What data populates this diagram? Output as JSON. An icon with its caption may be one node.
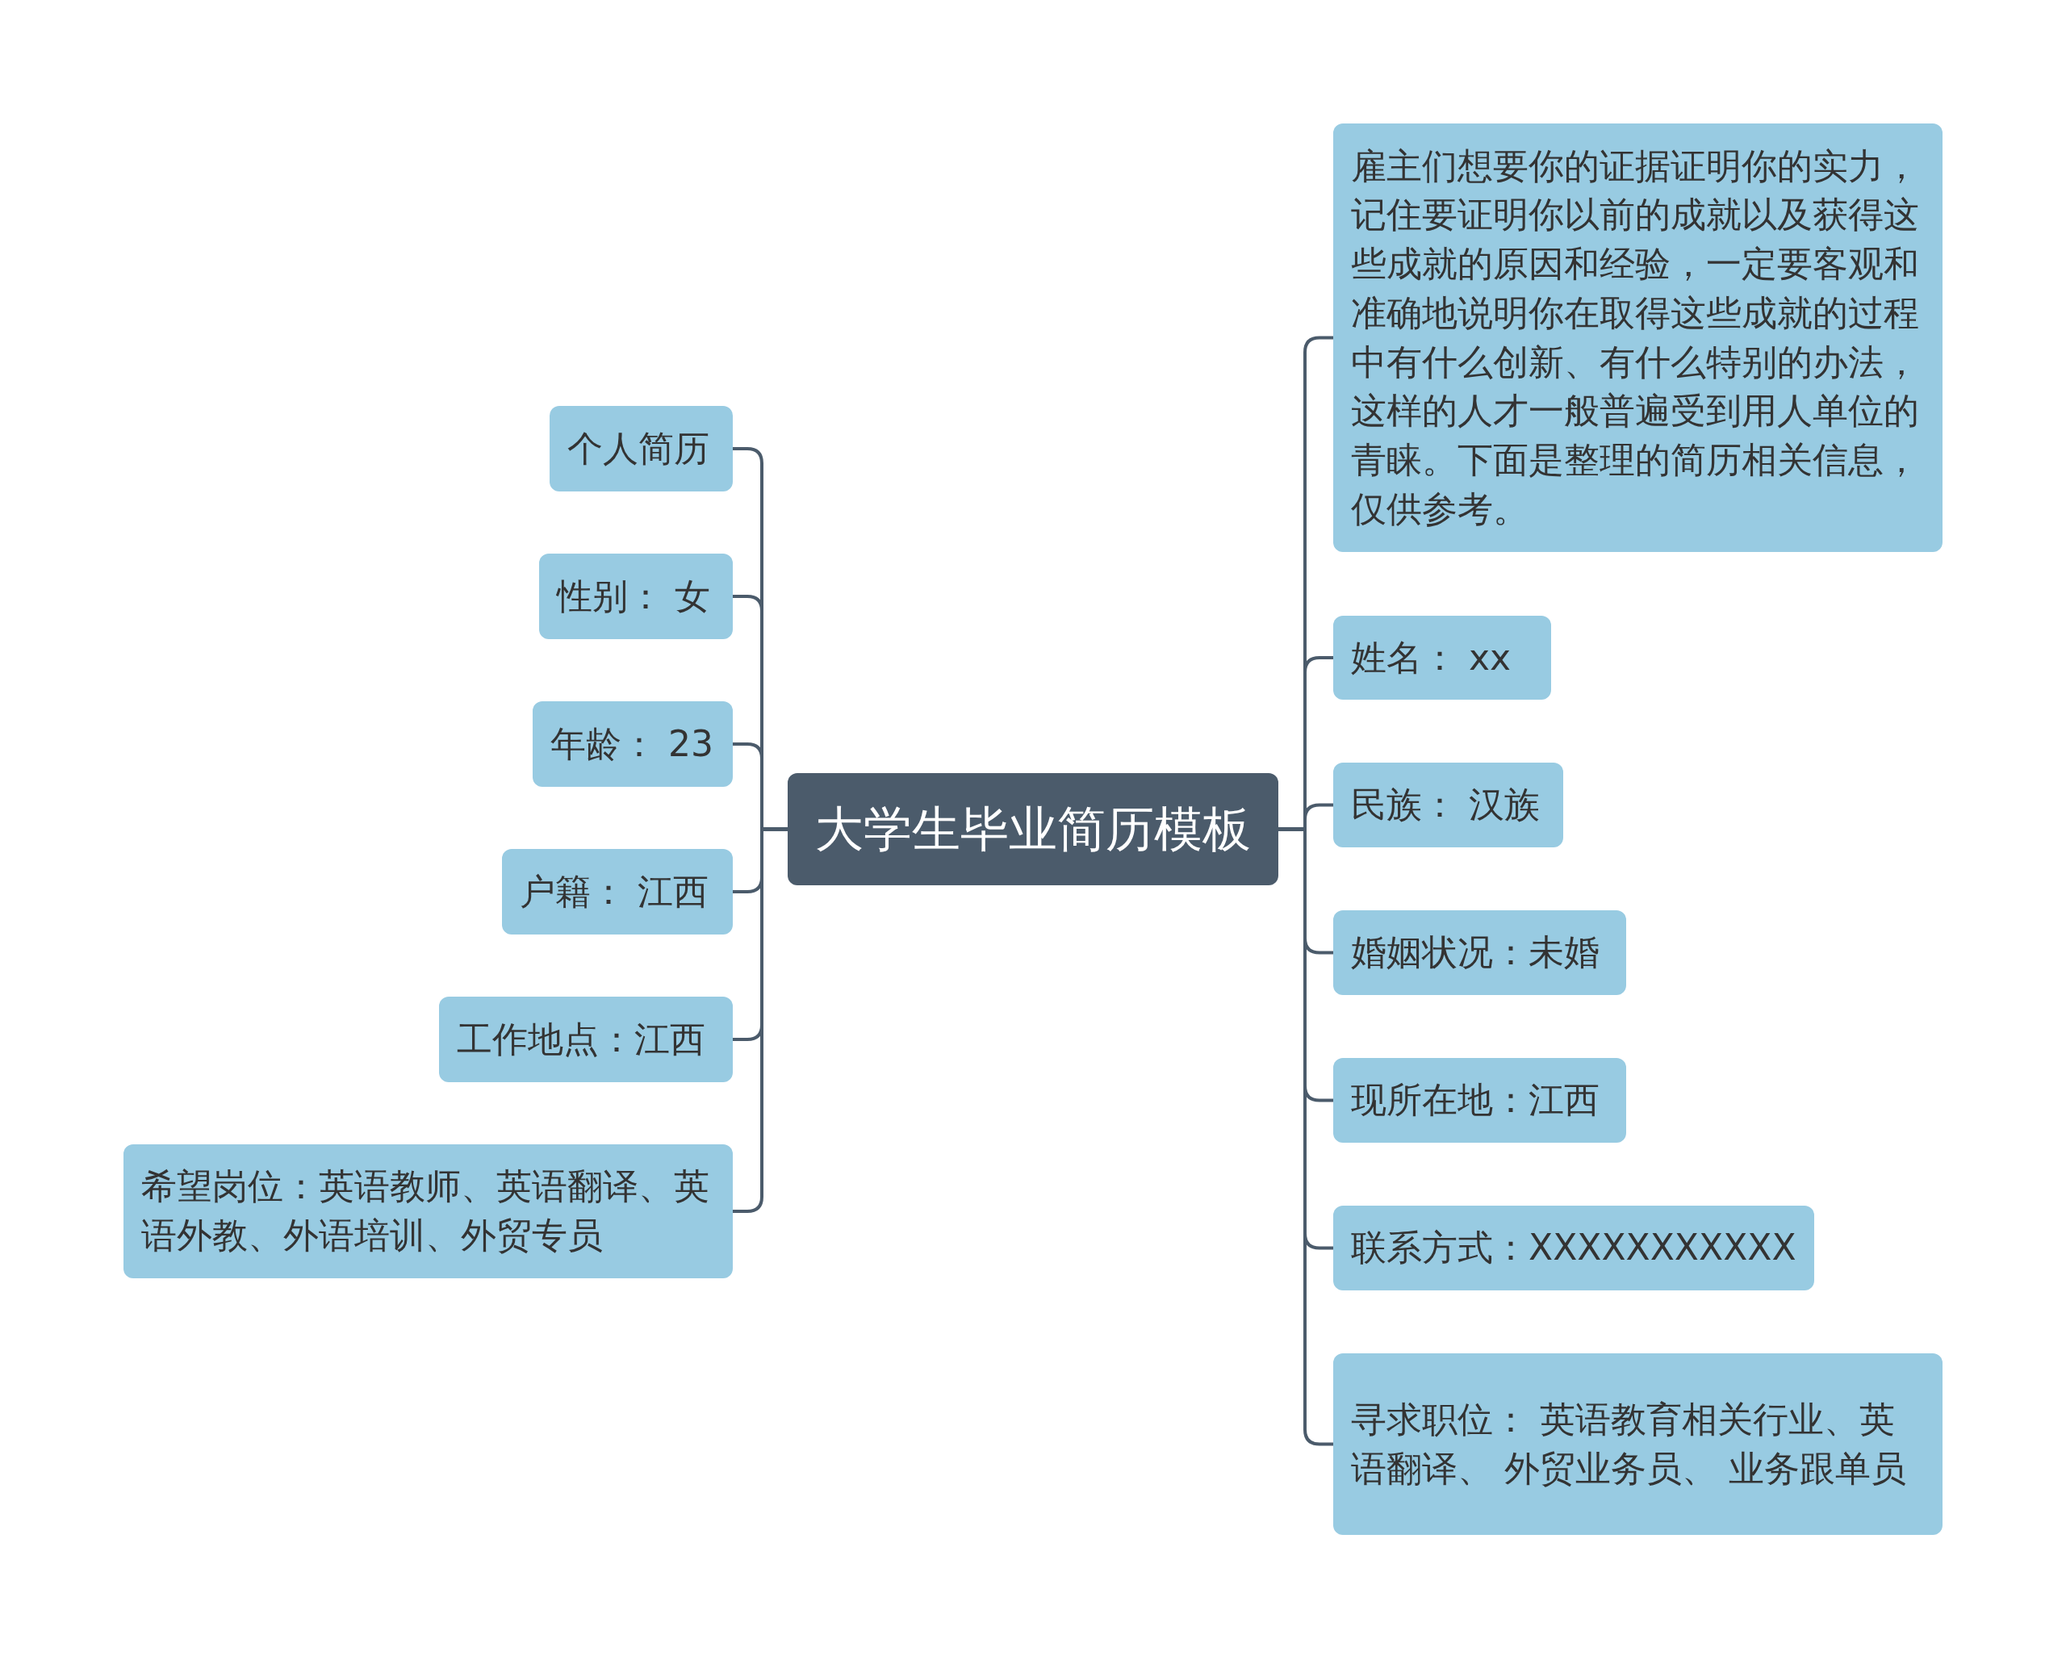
{
  "diagram": {
    "nodes": [
      {
        "text": [
          "大学生毕业简历模板"
        ]
      },
      {
        "text": [
          "个人简历"
        ]
      },
      {
        "text": [
          "性别： 女"
        ]
      },
      {
        "text": [
          "年龄： 23"
        ]
      },
      {
        "text": [
          "户籍： 江西"
        ]
      },
      {
        "text": [
          "工作地点：江西"
        ]
      },
      {
        "text": [
          "希望岗位：英语教师、英语翻译、英语外教、外语培训、外贸专员"
        ]
      },
      {
        "text": [
          "雇主们想要你的证据证明你的实力，记住要证明你以前的成就以及获得这些成就的原因和经验，一定要客观和准确地说明你在取得这些成就的过程中有什么创新、有什么特别的办法，这样的人才一般普遍受到用人单位的青睐。下面是整理的简历相关信息，仅供参考。"
        ]
      },
      {
        "text": [
          "姓名： xx"
        ]
      },
      {
        "text": [
          "民族： 汉族"
        ]
      },
      {
        "text": [
          "婚姻状况：未婚"
        ]
      },
      {
        "text": [
          "现所在地：江西"
        ]
      },
      {
        "text": [
          "联系方式：XXXXXXXXXXX"
        ]
      },
      {
        "text": [
          "寻求职位： 英语教育相关行业、英语翻译、 外贸业务员、 业务跟单员"
        ]
      }
    ],
    "edges": [
      {
        "from": 0,
        "to": 1,
        "arrow": "none"
      },
      {
        "from": 0,
        "to": 2,
        "arrow": "none"
      },
      {
        "from": 0,
        "to": 3,
        "arrow": "none"
      },
      {
        "from": 0,
        "to": 4,
        "arrow": "none"
      },
      {
        "from": 0,
        "to": 5,
        "arrow": "none"
      },
      {
        "from": 0,
        "to": 6,
        "arrow": "none"
      },
      {
        "from": 0,
        "to": 7,
        "arrow": "none"
      },
      {
        "from": 0,
        "to": 8,
        "arrow": "none"
      },
      {
        "from": 0,
        "to": 9,
        "arrow": "none"
      },
      {
        "from": 0,
        "to": 10,
        "arrow": "none"
      },
      {
        "from": 0,
        "to": 11,
        "arrow": "none"
      },
      {
        "from": 0,
        "to": 12,
        "arrow": "none"
      },
      {
        "from": 0,
        "to": 13,
        "arrow": "none"
      }
    ]
  }
}
